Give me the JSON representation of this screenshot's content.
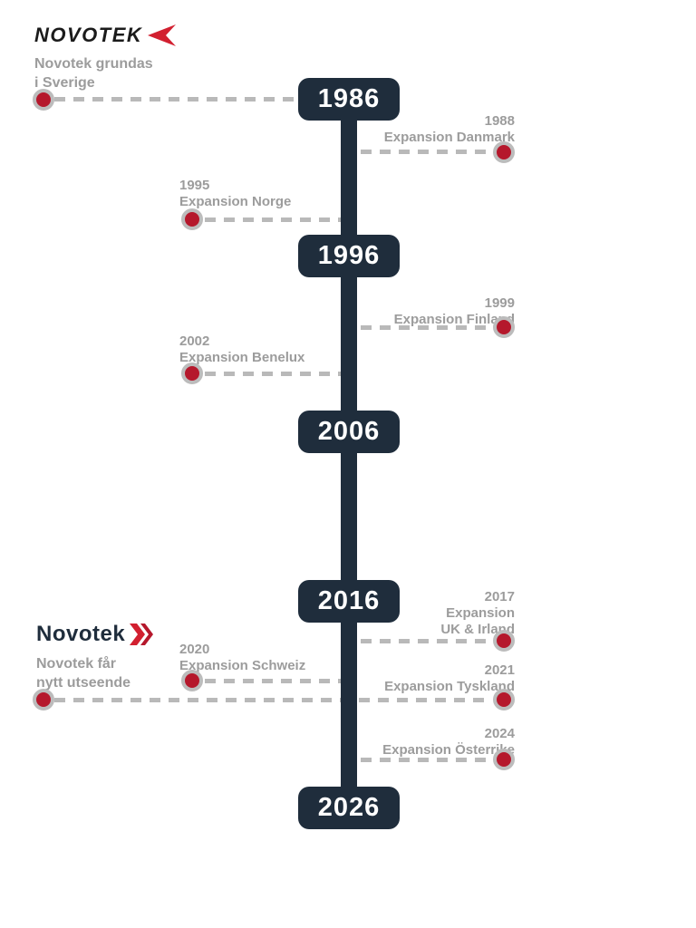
{
  "colors": {
    "navy": "#1f2d3c",
    "gray_text": "#9c9c9c",
    "dash_gray": "#b9b9b9",
    "dot_red": "#b5182c",
    "dot_ring": "#bcbcbc",
    "logo_red": "#d22030",
    "white": "#ffffff"
  },
  "header_logo": {
    "text": "NOVOTEK",
    "icon": "red-left-arrow"
  },
  "footer_logo": {
    "text": "Novotek",
    "icon": "red-right-chevrons"
  },
  "captions": {
    "founded": {
      "line1": "Novotek grundas",
      "line2": "i Sverige"
    },
    "rebrand": {
      "line1": "Novotek får",
      "line2": "nytt utseende"
    }
  },
  "milestones": [
    "1986",
    "1996",
    "2006",
    "2016",
    "2026"
  ],
  "events": [
    {
      "year": "1988",
      "side": "right",
      "lines": [
        "Expansion Danmark"
      ]
    },
    {
      "year": "1995",
      "side": "left",
      "lines": [
        "Expansion Norge"
      ]
    },
    {
      "year": "1999",
      "side": "right",
      "lines": [
        "Expansion Finland"
      ]
    },
    {
      "year": "2002",
      "side": "left",
      "lines": [
        "Expansion Benelux"
      ]
    },
    {
      "year": "2017",
      "side": "right",
      "lines": [
        "Expansion",
        "UK & Irland"
      ]
    },
    {
      "year": "2020",
      "side": "left",
      "lines": [
        "Expansion Schweiz"
      ]
    },
    {
      "year": "2021",
      "side": "right",
      "lines": [
        "Expansion Tyskland"
      ]
    },
    {
      "year": "2024",
      "side": "right",
      "lines": [
        "Expansion Österrike"
      ]
    }
  ]
}
